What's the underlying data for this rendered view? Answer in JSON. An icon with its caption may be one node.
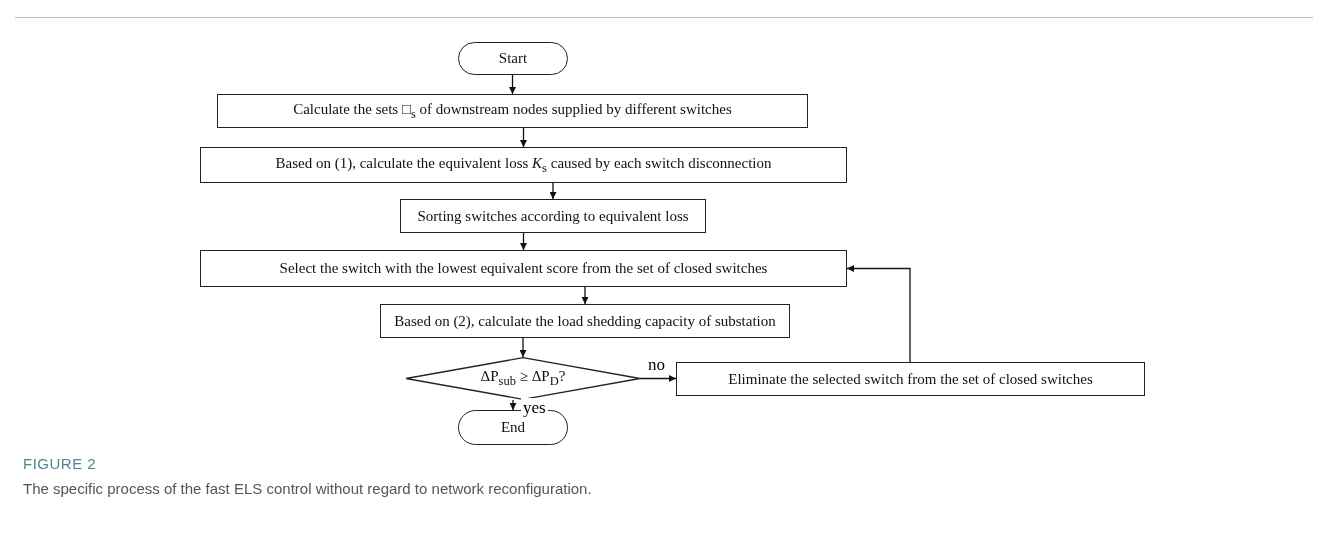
{
  "diagram": {
    "caption": "The specific process of the fast ELS control without regard to network reconfiguration.",
    "nodes": [
      {
        "text": [
          "Start"
        ]
      },
      {
        "text": [
          "Calculate the sets □$_{s}$ of downstream nodes supplied by different switches"
        ]
      },
      {
        "text": [
          "Based on (1), calculate the equivalent loss *K*$_{s}$ caused by each switch disconnection"
        ]
      },
      {
        "text": [
          "Sorting switches according to equivalent loss"
        ]
      },
      {
        "text": [
          "Select the switch with the lowest equivalent score from the set of closed switches"
        ]
      },
      {
        "text": [
          "Based on (2), calculate the load shedding capacity of substation"
        ]
      },
      {
        "text": [
          "ΔP$_{sub}$ ≥ ΔP$_{D}$?"
        ]
      },
      {
        "text": [
          "Eliminate the selected switch from the set of closed switches"
        ]
      },
      {
        "text": [
          "End"
        ]
      }
    ],
    "edges": [
      {
        "from": 0,
        "to": 1,
        "arrow": "to"
      },
      {
        "from": 1,
        "to": 2,
        "arrow": "to"
      },
      {
        "from": 2,
        "to": 3,
        "arrow": "to"
      },
      {
        "from": 3,
        "to": 4,
        "arrow": "to"
      },
      {
        "from": 4,
        "to": 5,
        "arrow": "to"
      },
      {
        "from": 5,
        "to": 6,
        "arrow": "to"
      },
      {
        "from": 6,
        "to": 7,
        "arrow": "to",
        "label": "no"
      },
      {
        "from": 6,
        "to": 8,
        "arrow": "to",
        "label": "yes"
      },
      {
        "from": 7,
        "to": 4,
        "arrow": "to"
      }
    ],
    "labels": [
      "FIGURE 2"
    ]
  }
}
